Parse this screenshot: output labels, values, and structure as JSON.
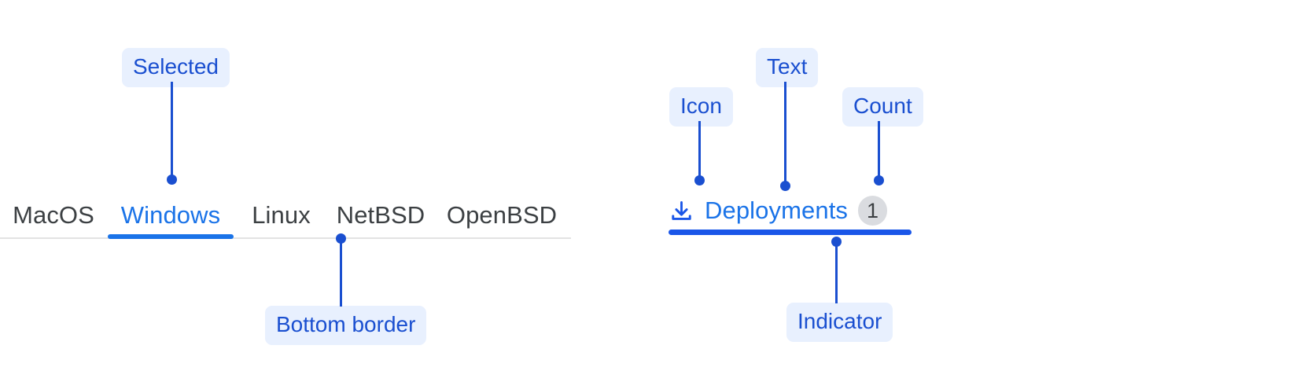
{
  "accent": {
    "tab_blue": "#1a73e8",
    "annotation_blue": "#1a4fd0",
    "chip_bg": "#e8f0fe",
    "tab_text": "#3c4043",
    "rule_gray": "#e3e3e3",
    "badge_bg": "#dadce0",
    "indicator_blue": "#1a56e8"
  },
  "tabstrip": {
    "tabs": [
      {
        "label": "MacOS",
        "selected": false
      },
      {
        "label": "Windows",
        "selected": true
      },
      {
        "label": "Linux",
        "selected": false
      },
      {
        "label": "NetBSD",
        "selected": false
      },
      {
        "label": "OpenBSD",
        "selected": false
      }
    ]
  },
  "deployments_tab": {
    "icon": "download-icon",
    "label": "Deployments",
    "count": "1",
    "selected": true
  },
  "annotations": [
    {
      "key": "selected",
      "label": "Selected"
    },
    {
      "key": "bottom_border",
      "label": "Bottom border"
    },
    {
      "key": "icon",
      "label": "Icon"
    },
    {
      "key": "text",
      "label": "Text"
    },
    {
      "key": "count",
      "label": "Count"
    },
    {
      "key": "indicator",
      "label": "Indicator"
    }
  ]
}
